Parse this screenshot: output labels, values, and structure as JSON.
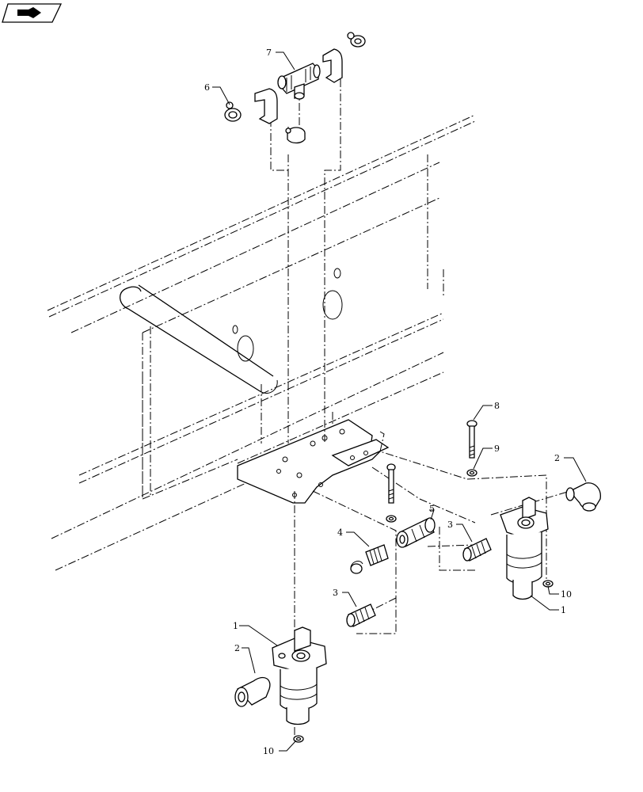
{
  "diagram": {
    "callouts": [
      {
        "id": "c7",
        "text": "7"
      },
      {
        "id": "c6",
        "text": "6"
      },
      {
        "id": "c8",
        "text": "8"
      },
      {
        "id": "c9",
        "text": "9"
      },
      {
        "id": "c2a",
        "text": "2"
      },
      {
        "id": "c5",
        "text": "5"
      },
      {
        "id": "c4",
        "text": "4"
      },
      {
        "id": "c3a",
        "text": "3"
      },
      {
        "id": "c3b",
        "text": "3"
      },
      {
        "id": "c10a",
        "text": "10"
      },
      {
        "id": "c1a",
        "text": "1"
      },
      {
        "id": "c1b",
        "text": "1"
      },
      {
        "id": "c2b",
        "text": "2"
      },
      {
        "id": "c10b",
        "text": "10"
      }
    ]
  },
  "colors": {
    "ink": "#000000",
    "paper": "#ffffff"
  },
  "icons": {
    "corner": "navigation-arrow-icon"
  }
}
